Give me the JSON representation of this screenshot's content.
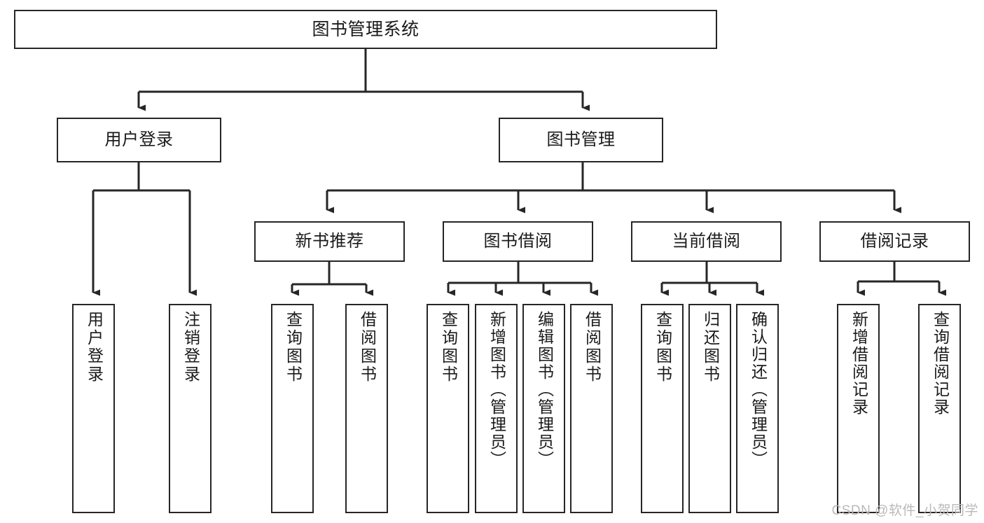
{
  "diagram": {
    "type": "hierarchy-tree",
    "title": "图书管理系统",
    "watermark": "CSDN @软件_小贺同学",
    "colors": {
      "box_border": "#262626",
      "box_fill": "#ffffff",
      "connector": "#262626",
      "text": "#1a1a1a",
      "watermark": "#b9b9b9"
    },
    "levels": [
      {
        "level": 1,
        "nodes": [
          {
            "id": "root",
            "label": "图书管理系统",
            "orientation": "horizontal"
          }
        ]
      },
      {
        "level": 2,
        "nodes": [
          {
            "id": "user-login",
            "label": "用户登录",
            "orientation": "horizontal",
            "parent": "root"
          },
          {
            "id": "book-manage",
            "label": "图书管理",
            "orientation": "horizontal",
            "parent": "root"
          }
        ]
      },
      {
        "level": 3,
        "nodes": [
          {
            "id": "new-book-rec",
            "label": "新书推荐",
            "orientation": "horizontal",
            "parent": "book-manage"
          },
          {
            "id": "book-borrow",
            "label": "图书借阅",
            "orientation": "horizontal",
            "parent": "book-manage"
          },
          {
            "id": "current-borrow",
            "label": "当前借阅",
            "orientation": "horizontal",
            "parent": "book-manage"
          },
          {
            "id": "borrow-record",
            "label": "借阅记录",
            "orientation": "horizontal",
            "parent": "book-manage"
          }
        ]
      },
      {
        "level": 4,
        "nodes": [
          {
            "id": "leaf-user-login",
            "label": "用户登录",
            "orientation": "vertical",
            "parent": "user-login"
          },
          {
            "id": "leaf-logout",
            "label": "注销登录",
            "orientation": "vertical",
            "parent": "user-login"
          },
          {
            "id": "leaf-query-book-1",
            "label": "查询图书",
            "orientation": "vertical",
            "parent": "new-book-rec"
          },
          {
            "id": "leaf-borrow-book-1",
            "label": "借阅图书",
            "orientation": "vertical",
            "parent": "new-book-rec"
          },
          {
            "id": "leaf-query-book-2",
            "label": "查询图书",
            "orientation": "vertical",
            "parent": "book-borrow"
          },
          {
            "id": "leaf-add-book",
            "label": "新增图书（管理员）",
            "orientation": "vertical",
            "parent": "book-borrow"
          },
          {
            "id": "leaf-edit-book",
            "label": "编辑图书（管理员）",
            "orientation": "vertical",
            "parent": "book-borrow"
          },
          {
            "id": "leaf-borrow-book-2",
            "label": "借阅图书",
            "orientation": "vertical",
            "parent": "book-borrow"
          },
          {
            "id": "leaf-query-book-3",
            "label": "查询图书",
            "orientation": "vertical",
            "parent": "current-borrow"
          },
          {
            "id": "leaf-return-book",
            "label": "归还图书",
            "orientation": "vertical",
            "parent": "current-borrow"
          },
          {
            "id": "leaf-confirm-return",
            "label": "确认归还（管理员）",
            "orientation": "vertical",
            "parent": "current-borrow"
          },
          {
            "id": "leaf-add-record",
            "label": "新增借阅记录",
            "orientation": "vertical",
            "parent": "borrow-record"
          },
          {
            "id": "leaf-query-record",
            "label": "查询借阅记录",
            "orientation": "vertical",
            "parent": "borrow-record"
          }
        ]
      }
    ]
  }
}
